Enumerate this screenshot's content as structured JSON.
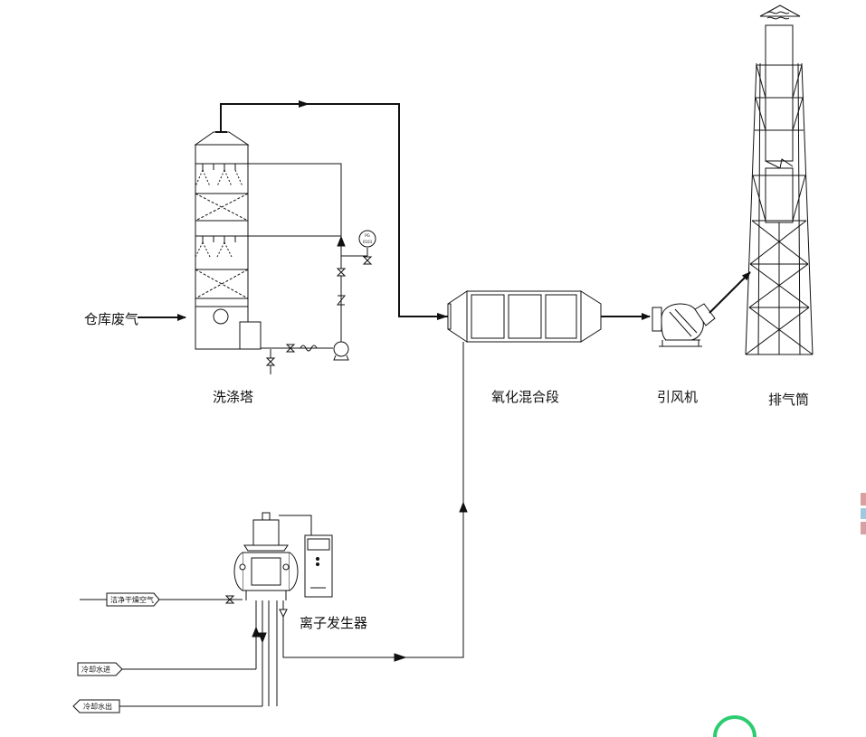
{
  "labels": {
    "warehouse_exhaust": "仓库废气",
    "scrubber": "洗涤塔",
    "oxidation_mixing": "氧化混合段",
    "induced_fan": "引风机",
    "stack": "排气筒",
    "ion_generator": "离子发生器"
  },
  "tags": {
    "clean_dry_air": "洁净干燥空气",
    "cooling_water_in": "冷却水进",
    "cooling_water_out": "冷却水出"
  },
  "gauge": {
    "line1": "PG",
    "line2": "0103"
  },
  "colors": {
    "line": "#111111",
    "accent_green": "#2ecc71",
    "edge_marks": [
      "#d8a0a0",
      "#a0c8e0"
    ]
  }
}
